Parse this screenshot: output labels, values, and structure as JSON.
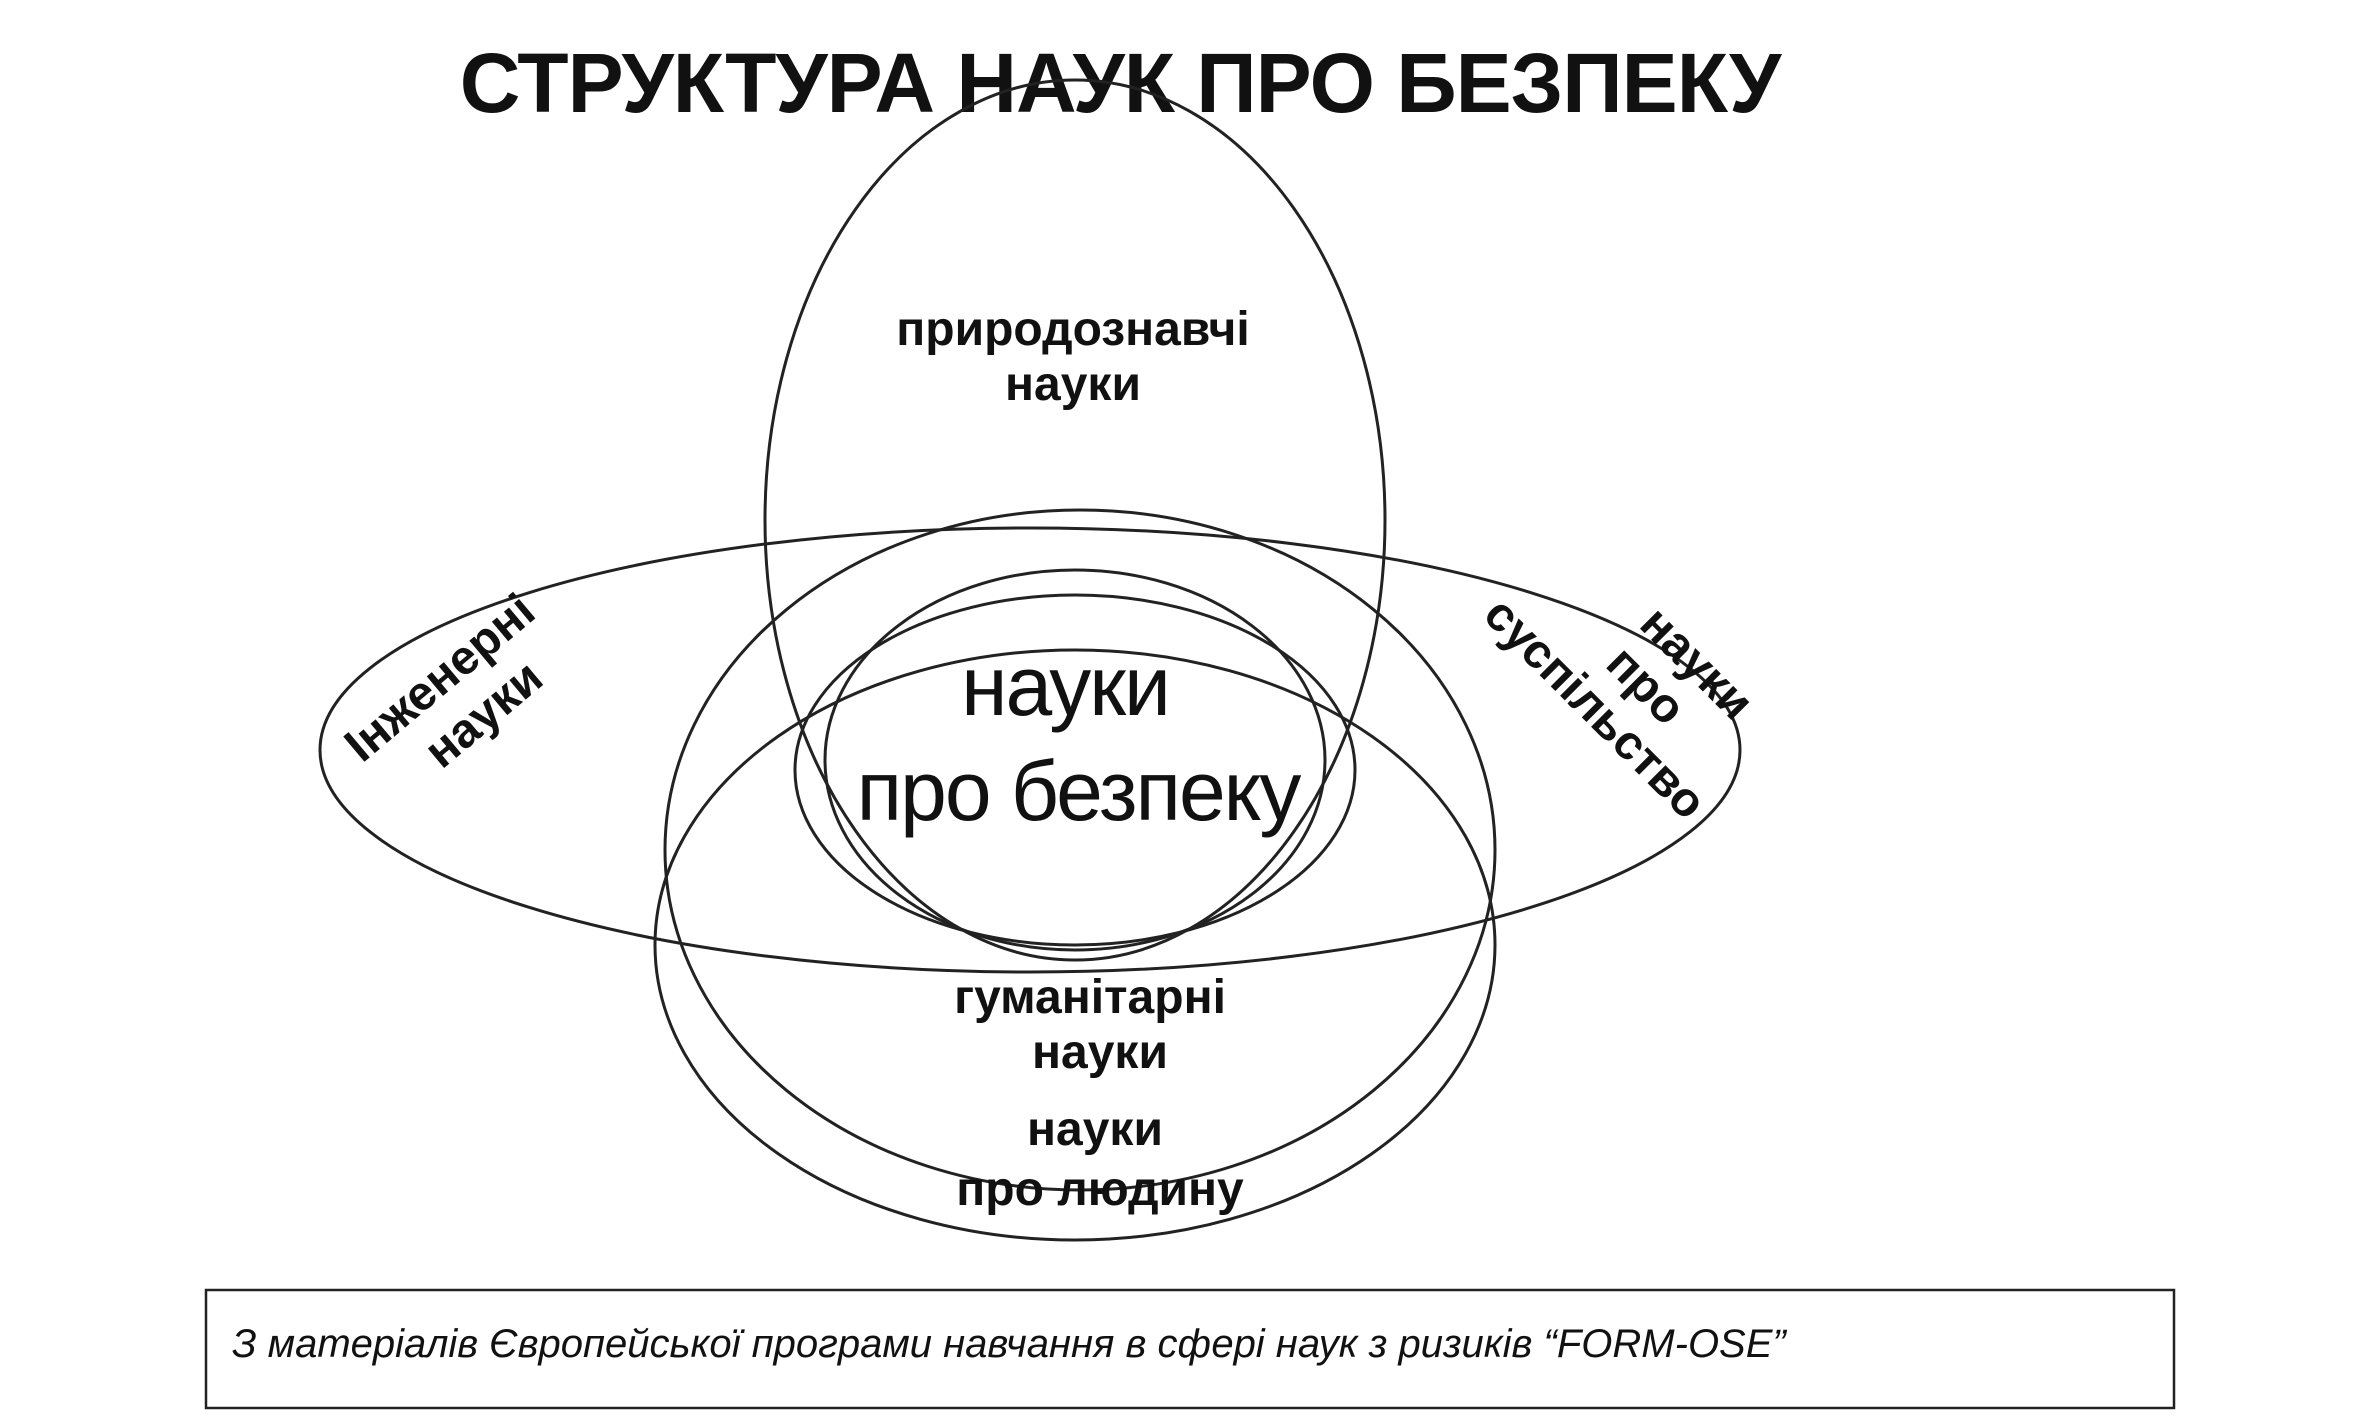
{
  "title": "СТРУКТУРА НАУК ПРО БЕЗПЕКУ",
  "nodes": {
    "natural": [
      "природознавчі",
      "науки"
    ],
    "engineering": [
      "Інженерні",
      "науки"
    ],
    "society": [
      "науки",
      "про",
      "суспільство"
    ],
    "humanities": [
      "гуманітарні",
      "науки"
    ],
    "human": [
      "науки",
      "про людину"
    ],
    "safety": [
      "науки",
      "про безпеку"
    ]
  },
  "source_note": "З матеріалів Європейської програми навчання в сфері наук з ризиків “FORM-OSE”"
}
